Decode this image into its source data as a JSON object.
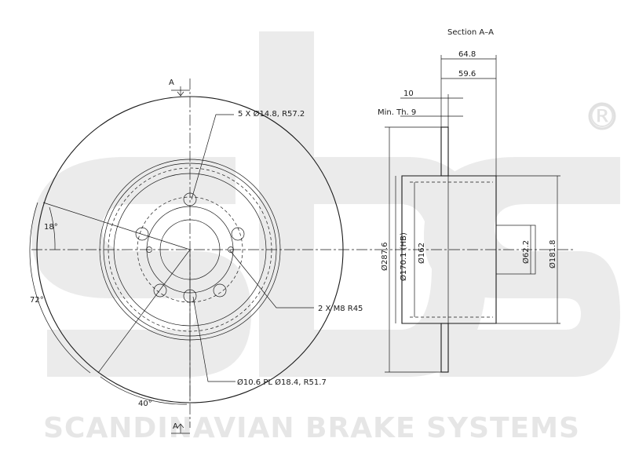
{
  "watermark": {
    "logo_text": "sbs",
    "registered_mark": "®",
    "brand": "SCANDINAVIAN BRAKE SYSTEMS"
  },
  "drawing": {
    "section_title": "Section A–A",
    "section_marker_top": "A",
    "section_marker_bottom": "A",
    "bolt_holes": "5 X Ø14.8, R57.2",
    "threaded_holes": "2 X M8 R45",
    "pilot_holes": "Ø10.6 PL Ø18.4, R51.7",
    "angle_18": "18°",
    "angle_72": "72°",
    "angle_40": "40°",
    "dim_total_height": "64.8",
    "dim_hat_height": "59.6",
    "dim_thickness": "10",
    "dim_min_thickness": "Min. Th. 9",
    "dim_outer_diameter": "Ø287.6",
    "dim_hat_diameter": "Ø170.1 (HB)",
    "dim_hat_inner": "Ø162",
    "dim_center_bore": "Ø62.2",
    "dim_hub_diameter": "Ø181.8"
  }
}
